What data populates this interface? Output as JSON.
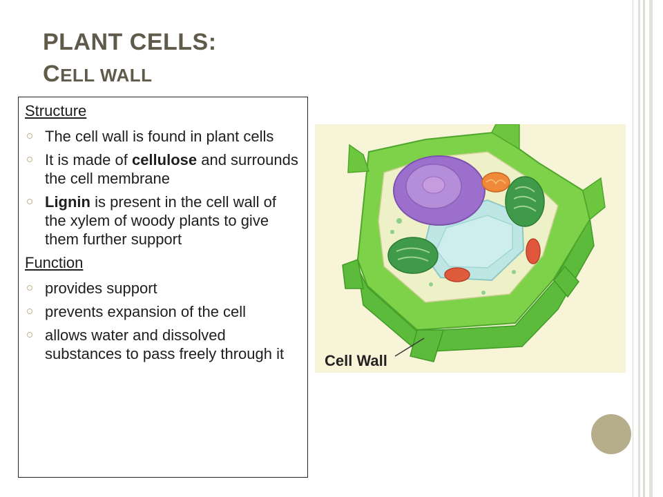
{
  "slide": {
    "title_line1": "PLANT CELLS:",
    "title_line2_first": "C",
    "title_line2_rest": "ELL WALL"
  },
  "structure": {
    "heading": "Structure",
    "bullets": [
      {
        "pre": "The cell wall is found in plant cells",
        "bold": "",
        "post": ""
      },
      {
        "pre": "It is made of ",
        "bold": "cellulose",
        "post": " and surrounds the cell membrane"
      },
      {
        "pre": "",
        "bold": "Lignin",
        "post": " is present in the cell wall of the xylem of woody plants to give them further support"
      }
    ]
  },
  "function": {
    "heading": "Function",
    "bullets": [
      "provides support",
      "prevents expansion of the cell",
      "allows water and dissolved substances to pass freely through it"
    ]
  },
  "figure": {
    "label": "Cell Wall"
  },
  "colors": {
    "title": "#5f5a49",
    "bullet": "#c0b48e",
    "accent_circle": "#b6ae8a"
  }
}
